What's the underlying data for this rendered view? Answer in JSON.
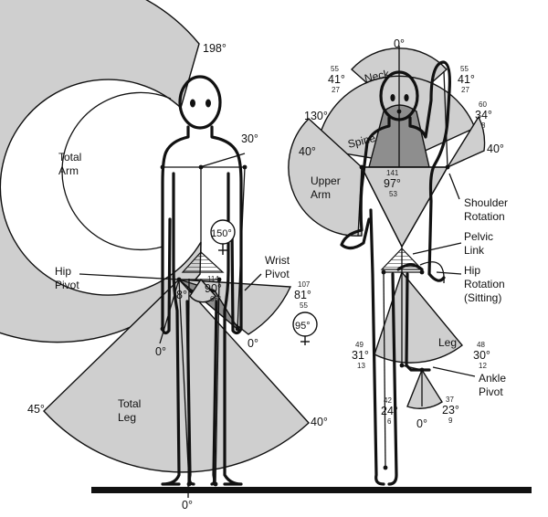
{
  "figure": {
    "left_angles": {
      "total_arm_max": "198°",
      "shoulder_small": "30°",
      "wrist_max": "150°",
      "hip_inner": "8°",
      "hip_center": "90°",
      "hip_center_sup": "114",
      "hip_center_sub": "66°",
      "leg_right": "81°",
      "leg_right_sup": "107",
      "leg_right_sub": "55",
      "female_angle": "95°",
      "foot_left": "0°",
      "foot_right": "0°",
      "ground": "0°",
      "leg_left_max": "45°",
      "leg_right_max": "40°"
    },
    "left_labels": {
      "total_arm": [
        "Total",
        "Arm"
      ],
      "hip_pivot": [
        "Hip",
        "Pivot"
      ],
      "wrist_pivot": [
        "Wrist",
        "Pivot"
      ],
      "total_leg": [
        "Total",
        "Leg"
      ]
    },
    "right_angles": {
      "top_zero": "0°",
      "neck_left": "41°",
      "neck_left_sup": "55",
      "neck_left_sub": "27",
      "neck_right": "41°",
      "neck_right_sup": "55",
      "neck_right_sub": "27",
      "shoulder_130": "130°",
      "shoulder_40_left": "40°",
      "spine_right": "34°",
      "spine_right_sup": "60",
      "spine_right_sub": "8",
      "shoulder_40_right": "40°",
      "torso_center": "97°",
      "torso_sup": "141",
      "torso_sub": "53",
      "knee_left": "31°",
      "knee_left_sup": "49",
      "knee_left_sub": "13",
      "leg_right": "30°",
      "leg_right_sup": "48",
      "leg_right_sub": "12",
      "shin": "24°",
      "shin_sup": "42",
      "shin_sub": "6",
      "ankle": "23°",
      "ankle_sup": "37",
      "ankle_sub": "9",
      "ankle_zero": "0°"
    },
    "right_labels": {
      "neck": "Neck",
      "spine": "Spine",
      "upper_arm": [
        "Upper",
        "Arm"
      ],
      "shoulder_rotation": [
        "Shoulder",
        "Rotation"
      ],
      "pelvic_link": [
        "Pelvic",
        "Link"
      ],
      "hip_rotation": [
        "Hip",
        "Rotation",
        "(Sitting)"
      ],
      "leg": "Leg",
      "ankle_pivot": [
        "Ankle",
        "Pivot"
      ]
    },
    "colors": {
      "light_fill": "#cfcfcf",
      "dark_fill": "#8e8e8e",
      "ink": "#111111"
    },
    "symbols": {
      "female": "female-symbol-icon"
    }
  }
}
